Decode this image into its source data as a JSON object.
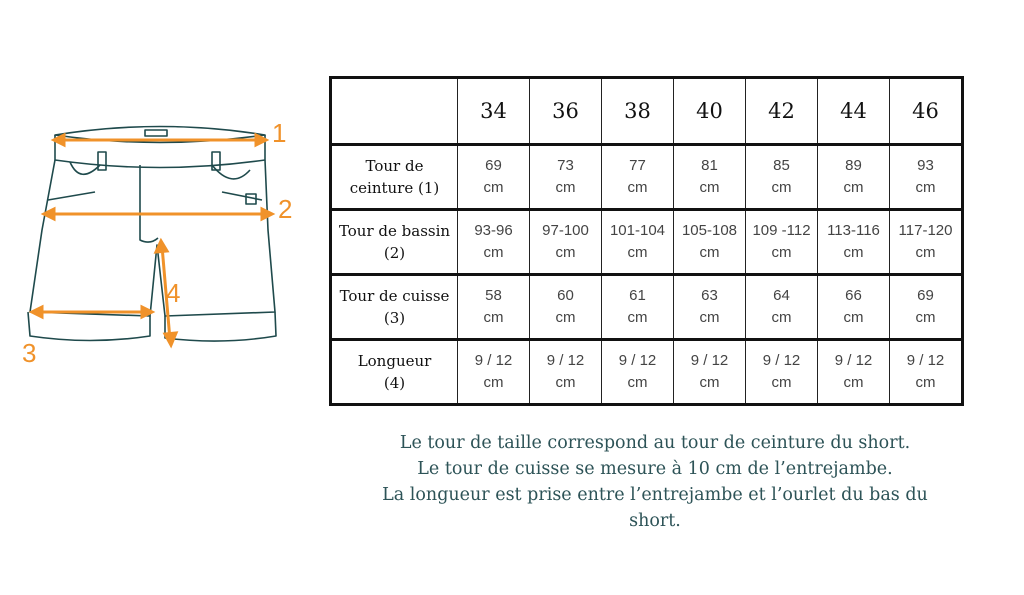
{
  "diagram": {
    "labels": [
      "1",
      "2",
      "3",
      "4"
    ],
    "colors": {
      "outline": "#1f4a4c",
      "measure": "#f0922a"
    }
  },
  "table": {
    "sizes": [
      "34",
      "36",
      "38",
      "40",
      "42",
      "44",
      "46"
    ],
    "rows": [
      {
        "label": [
          "Tour de",
          "ceinture  (1)"
        ],
        "values": [
          [
            "69",
            "cm"
          ],
          [
            "73",
            "cm"
          ],
          [
            "77",
            "cm"
          ],
          [
            "81",
            "cm"
          ],
          [
            "85",
            "cm"
          ],
          [
            "89",
            "cm"
          ],
          [
            "93",
            "cm"
          ]
        ]
      },
      {
        "label": [
          "Tour de bassin",
          "(2)"
        ],
        "values": [
          [
            "93-96",
            "cm"
          ],
          [
            "97-100",
            "cm"
          ],
          [
            "101-104",
            "cm"
          ],
          [
            "105-108",
            "cm"
          ],
          [
            "109 -112",
            "cm"
          ],
          [
            "113-116",
            "cm"
          ],
          [
            "117-120",
            "cm"
          ]
        ]
      },
      {
        "label": [
          "Tour de cuisse",
          "(3)"
        ],
        "values": [
          [
            "58",
            "cm"
          ],
          [
            "60",
            "cm"
          ],
          [
            "61",
            "cm"
          ],
          [
            "63",
            "cm"
          ],
          [
            "64",
            "cm"
          ],
          [
            "66",
            "cm"
          ],
          [
            "69",
            "cm"
          ]
        ]
      },
      {
        "label": [
          "Longueur",
          "(4)"
        ],
        "values": [
          [
            "9 / 12",
            "cm"
          ],
          [
            "9 / 12",
            "cm"
          ],
          [
            "9 / 12",
            "cm"
          ],
          [
            "9 / 12",
            "cm"
          ],
          [
            "9 / 12",
            "cm"
          ],
          [
            "9 / 12",
            "cm"
          ],
          [
            "9 / 12",
            "cm"
          ]
        ]
      }
    ]
  },
  "notes": [
    "Le tour de taille correspond au tour de ceinture du short.",
    "Le tour de cuisse se mesure à 10 cm de l’entrejambe.",
    "La longueur est prise entre l’entrejambe et l’ourlet du bas du",
    "short."
  ]
}
